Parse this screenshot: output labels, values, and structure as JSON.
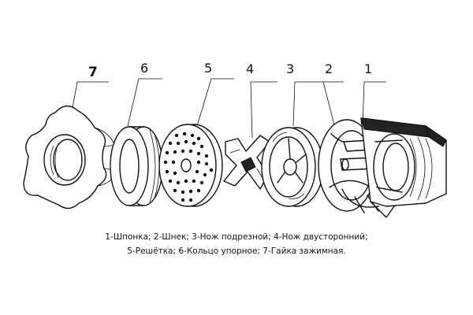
{
  "labels": {
    "n7": "7",
    "n6": "6",
    "n5": "5",
    "n4": "4",
    "n3": "3",
    "n2": "2",
    "n1": "1"
  },
  "caption": {
    "line1": "1-Шпонка; 2-Шнек; 3-Нож подрезной; 4-Нож двусторонний;",
    "line2": "5-Решётка; 6-Кольцо упорное; 7-Гайка зажимная."
  }
}
